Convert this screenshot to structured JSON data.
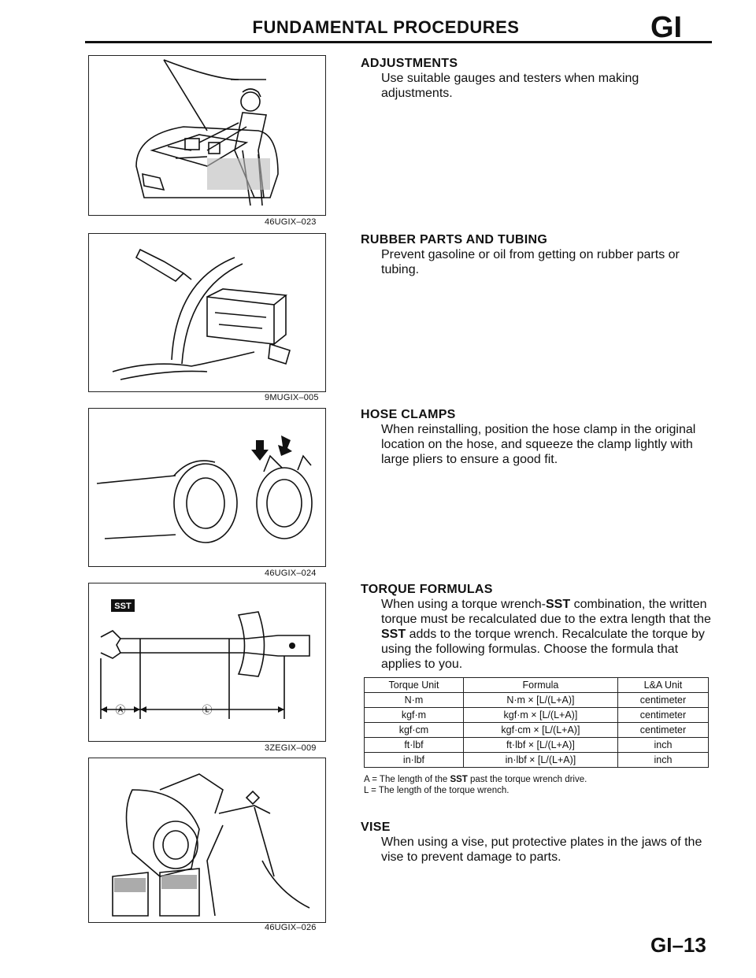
{
  "header": {
    "title": "FUNDAMENTAL PROCEDURES",
    "section_code": "GI"
  },
  "figures": [
    {
      "code": "46UGIX–023"
    },
    {
      "code": "9MUGIX–005"
    },
    {
      "code": "46UGIX–024"
    },
    {
      "code": "3ZEGIX–009",
      "sst_label": "SST",
      "dim_a": "Ⓐ",
      "dim_l": "Ⓛ"
    },
    {
      "code": "46UGIX–026"
    }
  ],
  "sections": {
    "adjustments": {
      "title": "ADJUSTMENTS",
      "body": "Use suitable gauges and testers when making adjustments."
    },
    "rubber": {
      "title": "RUBBER PARTS AND TUBING",
      "body": "Prevent gasoline or oil from getting on rubber parts or tubing."
    },
    "clamps": {
      "title": "HOSE CLAMPS",
      "body": "When reinstalling, position the hose clamp in the original location on the hose, and squeeze the clamp lightly with large pliers to ensure a good fit."
    },
    "torque": {
      "title": "TORQUE FORMULAS",
      "body_1": "When using a torque wrench-",
      "sst": "SST",
      "body_2": " combination, the written torque must be recalculated due to the extra length that the ",
      "body_3": " adds to the torque wrench. Recalculate the torque by using the following formulas. Choose the formula that applies to you."
    },
    "vise": {
      "title": "VISE",
      "body": "When using a vise, put protective plates in the jaws of the vise to prevent damage to parts."
    }
  },
  "torque_table": {
    "headers": [
      "Torque Unit",
      "Formula",
      "L&A Unit"
    ],
    "rows": [
      [
        "N·m",
        "N·m × [L/(L+A)]",
        "centimeter"
      ],
      [
        "kgf·m",
        "kgf·m × [L/(L+A)]",
        "centimeter"
      ],
      [
        "kgf·cm",
        "kgf·cm × [L/(L+A)]",
        "centimeter"
      ],
      [
        "ft·lbf",
        "ft·lbf × [L/(L+A)]",
        "inch"
      ],
      [
        "in·lbf",
        "in·lbf × [L/(L+A)]",
        "inch"
      ]
    ]
  },
  "notes": {
    "a_1": "A = The length of the ",
    "a_sst": "SST",
    "a_2": " past the torque wrench drive.",
    "l": "L = The length of the torque wrench."
  },
  "footer": {
    "page": "GI–13"
  }
}
